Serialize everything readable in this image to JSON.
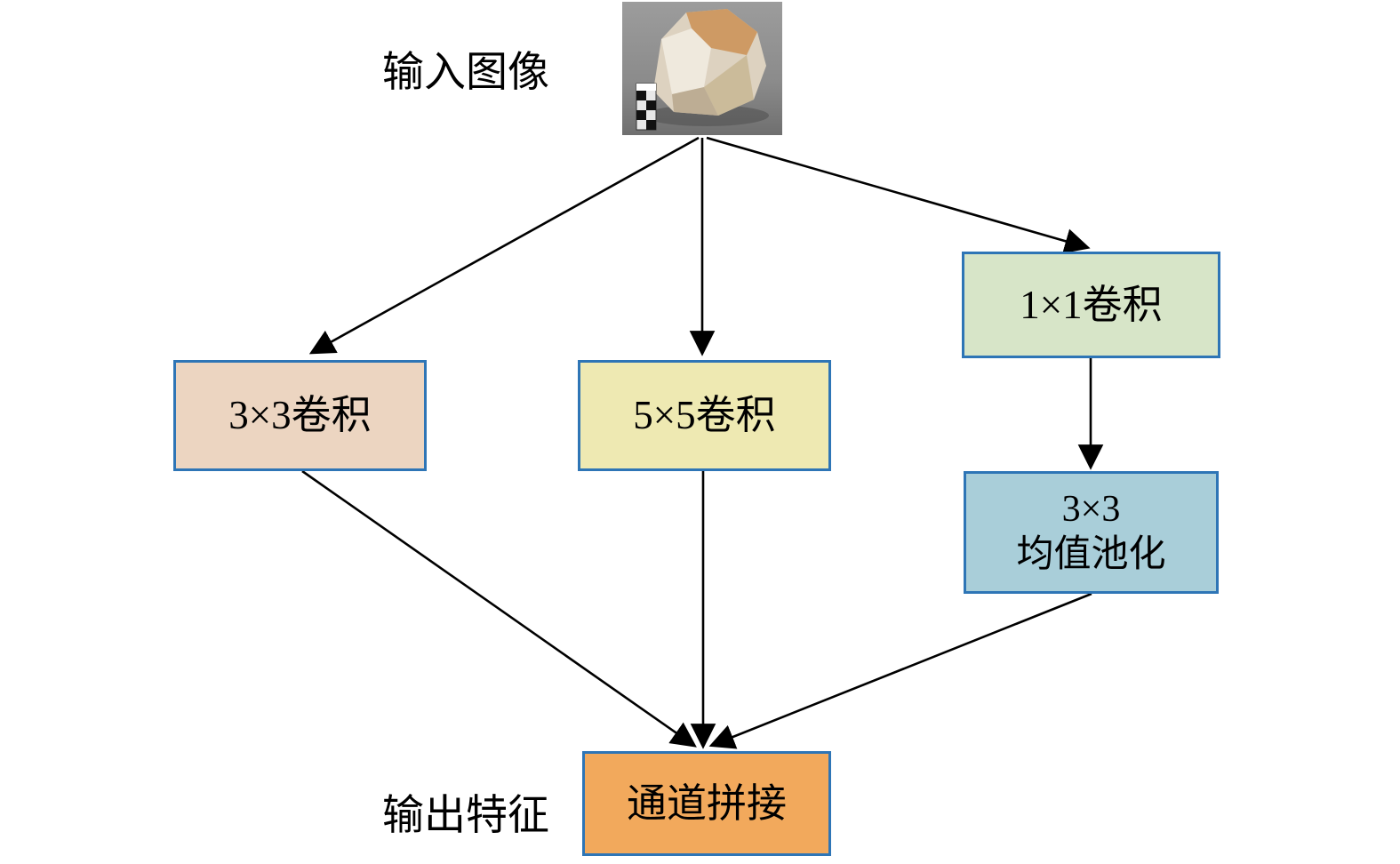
{
  "diagram": {
    "title": "multi-branch convolution module (inception-style)",
    "input_label": "输入图像",
    "output_label": "输出特征",
    "nodes": {
      "conv3x3": {
        "label": "3×3卷积",
        "bg": "#ecd5c1"
      },
      "conv5x5": {
        "label": "5×5卷积",
        "bg": "#eee9b2"
      },
      "conv1x1": {
        "label": "1×1卷积",
        "bg": "#d7e5c8"
      },
      "pool": {
        "label_line1": "3×3",
        "label_line2": "均值池化",
        "bg": "#a9ced9"
      },
      "concat": {
        "label": "通道拼接",
        "bg": "#f2a95c"
      }
    },
    "colors": {
      "node_border": "#2e75b6",
      "arrow": "#000000",
      "text": "#000000"
    }
  }
}
